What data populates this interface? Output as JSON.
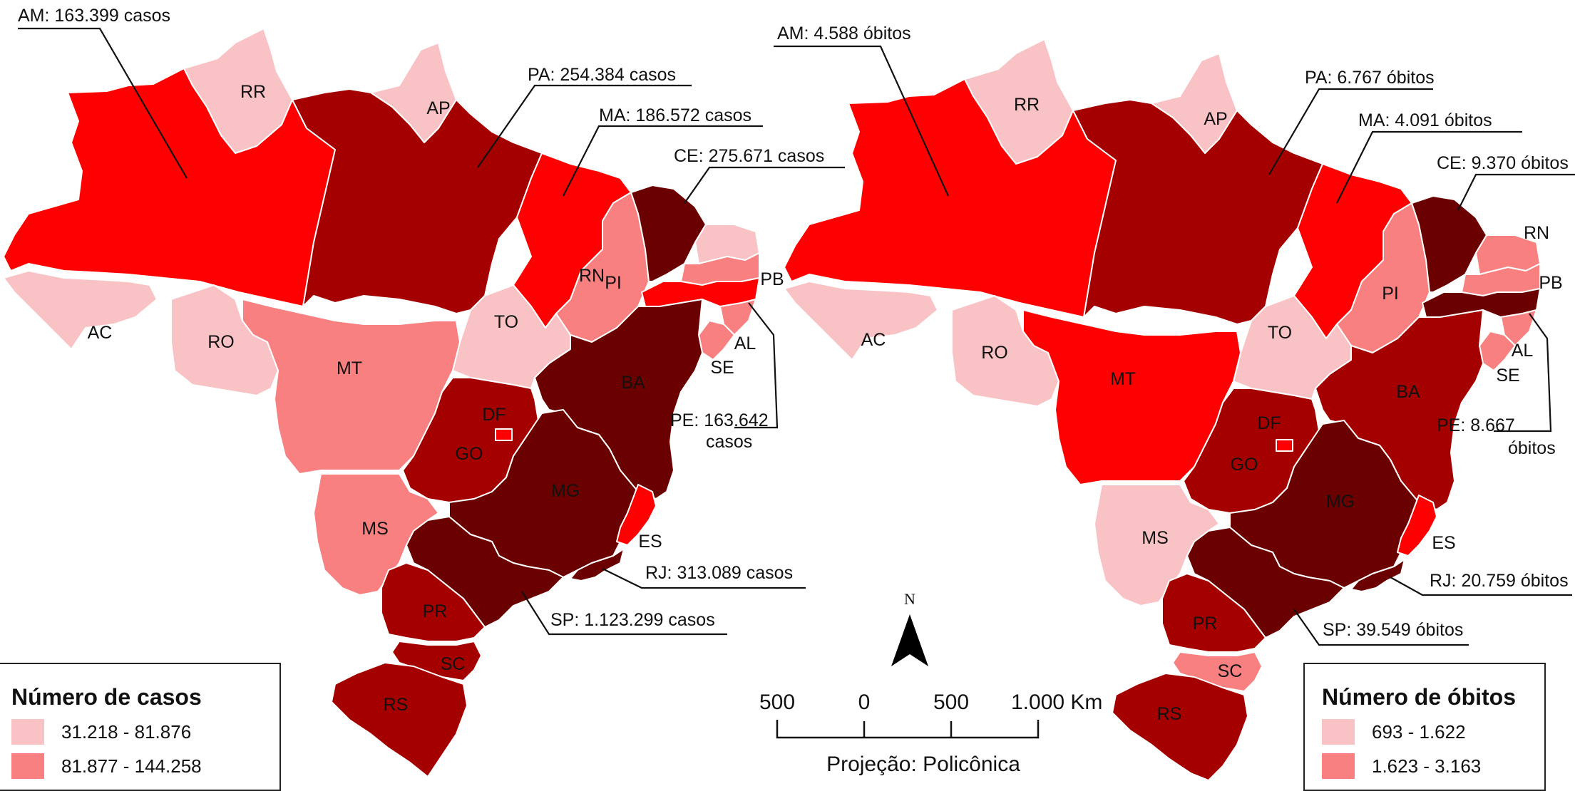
{
  "left_map": {
    "legend_title": "Número de casos",
    "legend_classes": [
      "31.218 - 81.876",
      "81.877 - 144.258"
    ],
    "states": {
      "AM": "AM",
      "RR": "RR",
      "AP": "AP",
      "PA": "PA",
      "MA": "MA",
      "CE": "CE",
      "RN": "RN",
      "PB": "PB",
      "PE": "PE",
      "AL": "AL",
      "SE": "SE",
      "PI": "PI",
      "BA": "BA",
      "TO": "TO",
      "AC": "AC",
      "RO": "RO",
      "MT": "MT",
      "DF": "DF",
      "GO": "GO",
      "MG": "MG",
      "ES": "ES",
      "RJ": "RJ",
      "SP": "SP",
      "MS": "MS",
      "PR": "PR",
      "SC": "SC",
      "RS": "RS"
    },
    "callouts": {
      "AM": "AM: 163.399 casos",
      "PA": "PA: 254.384 casos",
      "MA": "MA: 186.572 casos",
      "CE": "CE: 275.671 casos",
      "PE_line1": "PE: 163.642",
      "PE_line2": "casos",
      "RJ": "RJ: 313.089 casos",
      "SP": "SP: 1.123.299 casos"
    }
  },
  "right_map": {
    "legend_title": "Número de óbitos",
    "legend_classes": [
      "693 - 1.622",
      "1.623 - 3.163"
    ],
    "callouts": {
      "AM": "AM: 4.588 óbitos",
      "PA": "PA: 6.767 óbitos",
      "MA": "MA: 4.091 óbitos",
      "CE": "CE: 9.370 óbitos",
      "PE_line1": "PE: 8.667",
      "PE_line2": "óbitos",
      "RJ": "RJ: 20.759 óbitos",
      "SP": "SP: 39.549 óbitos"
    }
  },
  "north_arrow": "N",
  "scale_bar": {
    "ticks": [
      "500",
      "0",
      "500",
      "1.000 Km"
    ],
    "projection": "Projeção: Policônica"
  },
  "colors": {
    "class1": "#f9c3c6",
    "class2": "#f88080",
    "class3": "#fe0000",
    "class4": "#a50000",
    "class5": "#6a0000"
  },
  "classes_cases": {
    "AM": 3,
    "RR": 1,
    "AP": 1,
    "PA": 4,
    "MA": 3,
    "CE": 5,
    "RN": 1,
    "PB": 2,
    "PE": 3,
    "AL": 2,
    "SE": 2,
    "PI": 2,
    "BA": 5,
    "TO": 1,
    "AC": 1,
    "RO": 1,
    "MT": 2,
    "DF": 3,
    "GO": 4,
    "MG": 5,
    "ES": 3,
    "RJ": 5,
    "SP": 5,
    "MS": 2,
    "PR": 4,
    "SC": 4,
    "RS": 4
  },
  "classes_deaths": {
    "AM": 3,
    "RR": 1,
    "AP": 1,
    "PA": 4,
    "MA": 3,
    "CE": 5,
    "RN": 2,
    "PB": 2,
    "PE": 5,
    "AL": 2,
    "SE": 2,
    "PI": 2,
    "BA": 4,
    "TO": 1,
    "AC": 1,
    "RO": 1,
    "MT": 3,
    "DF": 3,
    "GO": 4,
    "MG": 5,
    "ES": 3,
    "RJ": 5,
    "SP": 5,
    "MS": 1,
    "PR": 4,
    "SC": 2,
    "RS": 4
  }
}
